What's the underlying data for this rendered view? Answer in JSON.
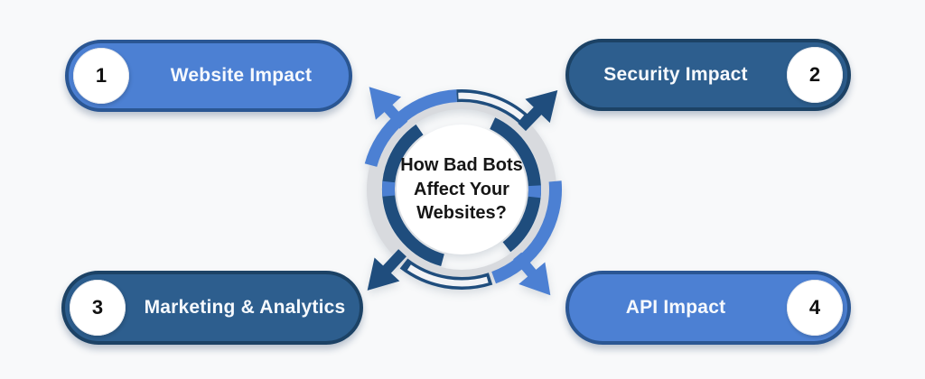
{
  "title": "How Bad Bots Affect Your Websites?",
  "center": {
    "lines": [
      "How Bad Bots",
      "Affect Your",
      "Websites?"
    ]
  },
  "items": [
    {
      "number": "1",
      "label": "Website Impact"
    },
    {
      "number": "2",
      "label": "Security Impact"
    },
    {
      "number": "3",
      "label": "Marketing & Analytics"
    },
    {
      "number": "4",
      "label": "API Impact"
    }
  ],
  "colors": {
    "background": "#f8f9fa",
    "light_blue": "#4c80d3",
    "light_blue_border": "#2a5693",
    "navy": "#2d5e8e",
    "navy_border": "#1c4265",
    "arc_navy": "#1f4d7d",
    "ring_gray": "#d8dade",
    "pill_text": "#f6f9fd",
    "number_text": "#111111",
    "title_text": "#161616"
  },
  "icons": {
    "arrow-northwest-icon": "↖",
    "arrow-northeast-icon": "↗",
    "arrow-southwest-icon": "↙",
    "arrow-southeast-icon": "↘"
  }
}
